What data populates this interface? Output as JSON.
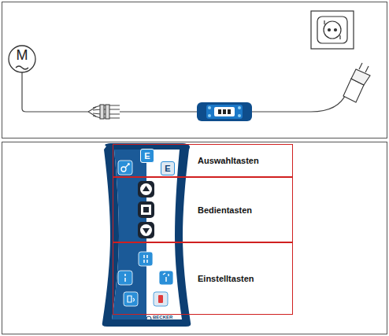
{
  "diagram": {
    "nodes": [
      {
        "text": [
          "M"
        ]
      },
      {
        "text": [
          "Auswahltasten"
        ]
      },
      {
        "text": [
          "E"
        ],
        "in": 1
      },
      {
        "text": [
          "E"
        ],
        "in": 1
      },
      {
        "text": [
          "Bedientasten"
        ]
      },
      {
        "text": [
          "Einstelltasten"
        ]
      }
    ],
    "labels": [
      "BECKER"
    ]
  }
}
